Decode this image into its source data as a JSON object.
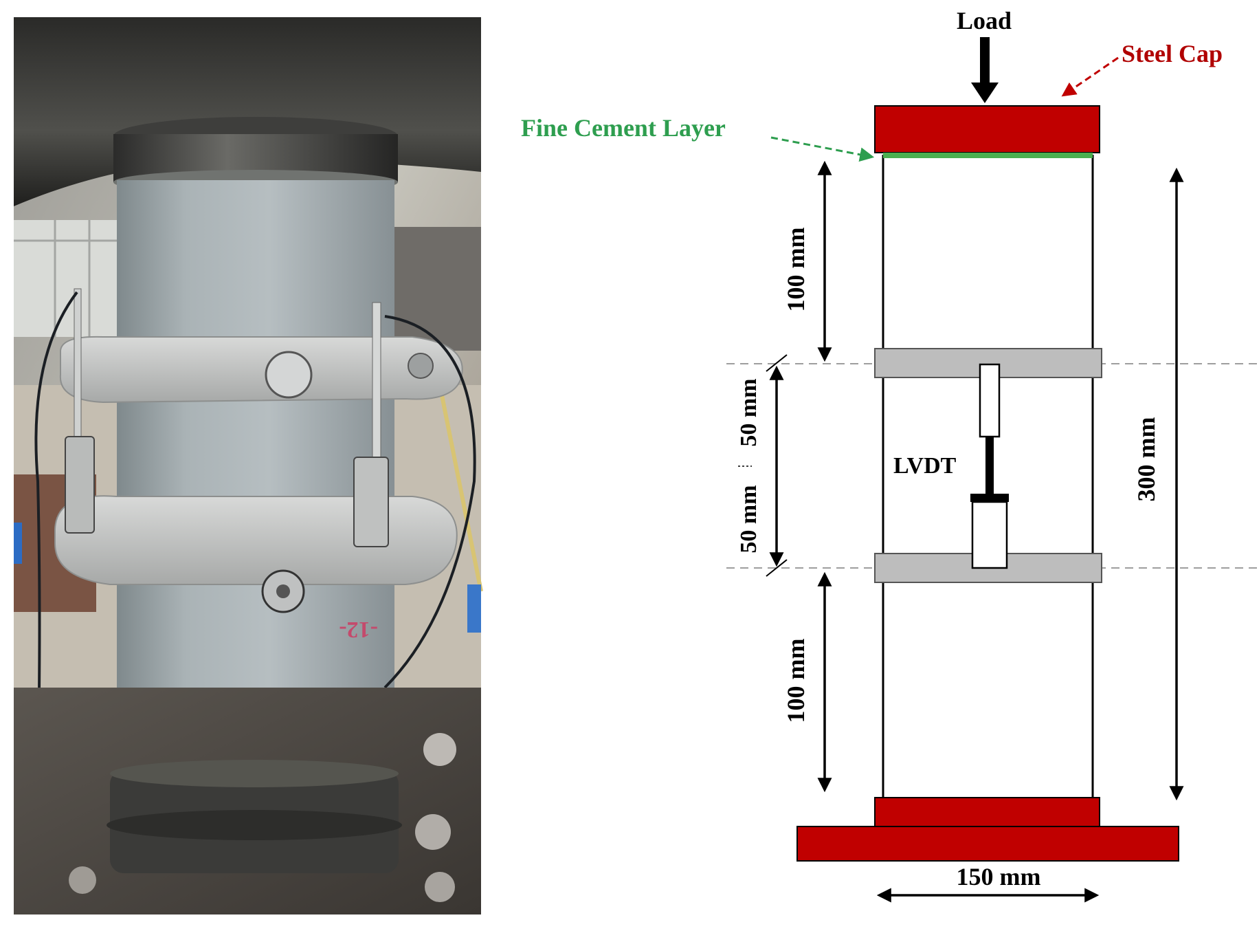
{
  "labels": {
    "load": "Load",
    "steel_cap": "Steel Cap",
    "fine_cement_layer": "Fine Cement Layer",
    "lvdt": "LVDT",
    "dim_top_100": "100 mm",
    "dim_bottom_100": "100 mm",
    "dim_gauge_upper_50": "50 mm",
    "dim_gauge_lower_50": "50 mm",
    "dim_height_300": "300 mm",
    "dim_width_150": "150 mm"
  },
  "colors": {
    "steel_cap": "#c00000",
    "fine_cement": "#4caf50",
    "fine_cement_label": "#2e9e4f",
    "steel_cap_label": "#b00000",
    "ring": "#bdbdbd",
    "line": "#000000",
    "dashed": "#9e9e9e",
    "photo_concrete": "#a9b2b5",
    "photo_ring": "#c7c9c9",
    "photo_background": "#8b8b89"
  },
  "photo": {
    "specimen_marking": "-12-"
  }
}
